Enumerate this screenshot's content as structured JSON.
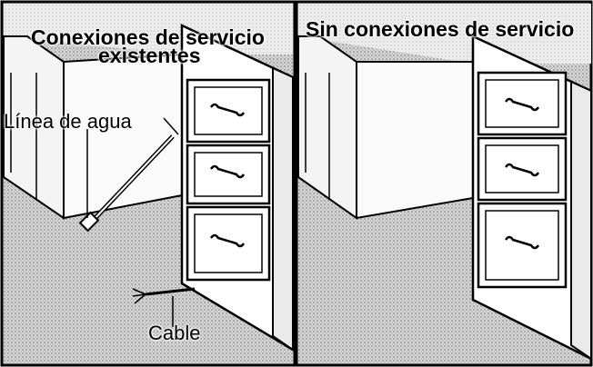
{
  "panels": {
    "left": {
      "title_line1": "Conexiones de servicio",
      "title_line2": "existentes",
      "callouts": {
        "water_line": "Línea de agua",
        "cable": "Cable"
      }
    },
    "right": {
      "title": "Sin conexiones de servicio"
    }
  },
  "colors": {
    "background": "#ffffff",
    "floor_shade": "#c8c8c8",
    "ink": "#000000"
  }
}
